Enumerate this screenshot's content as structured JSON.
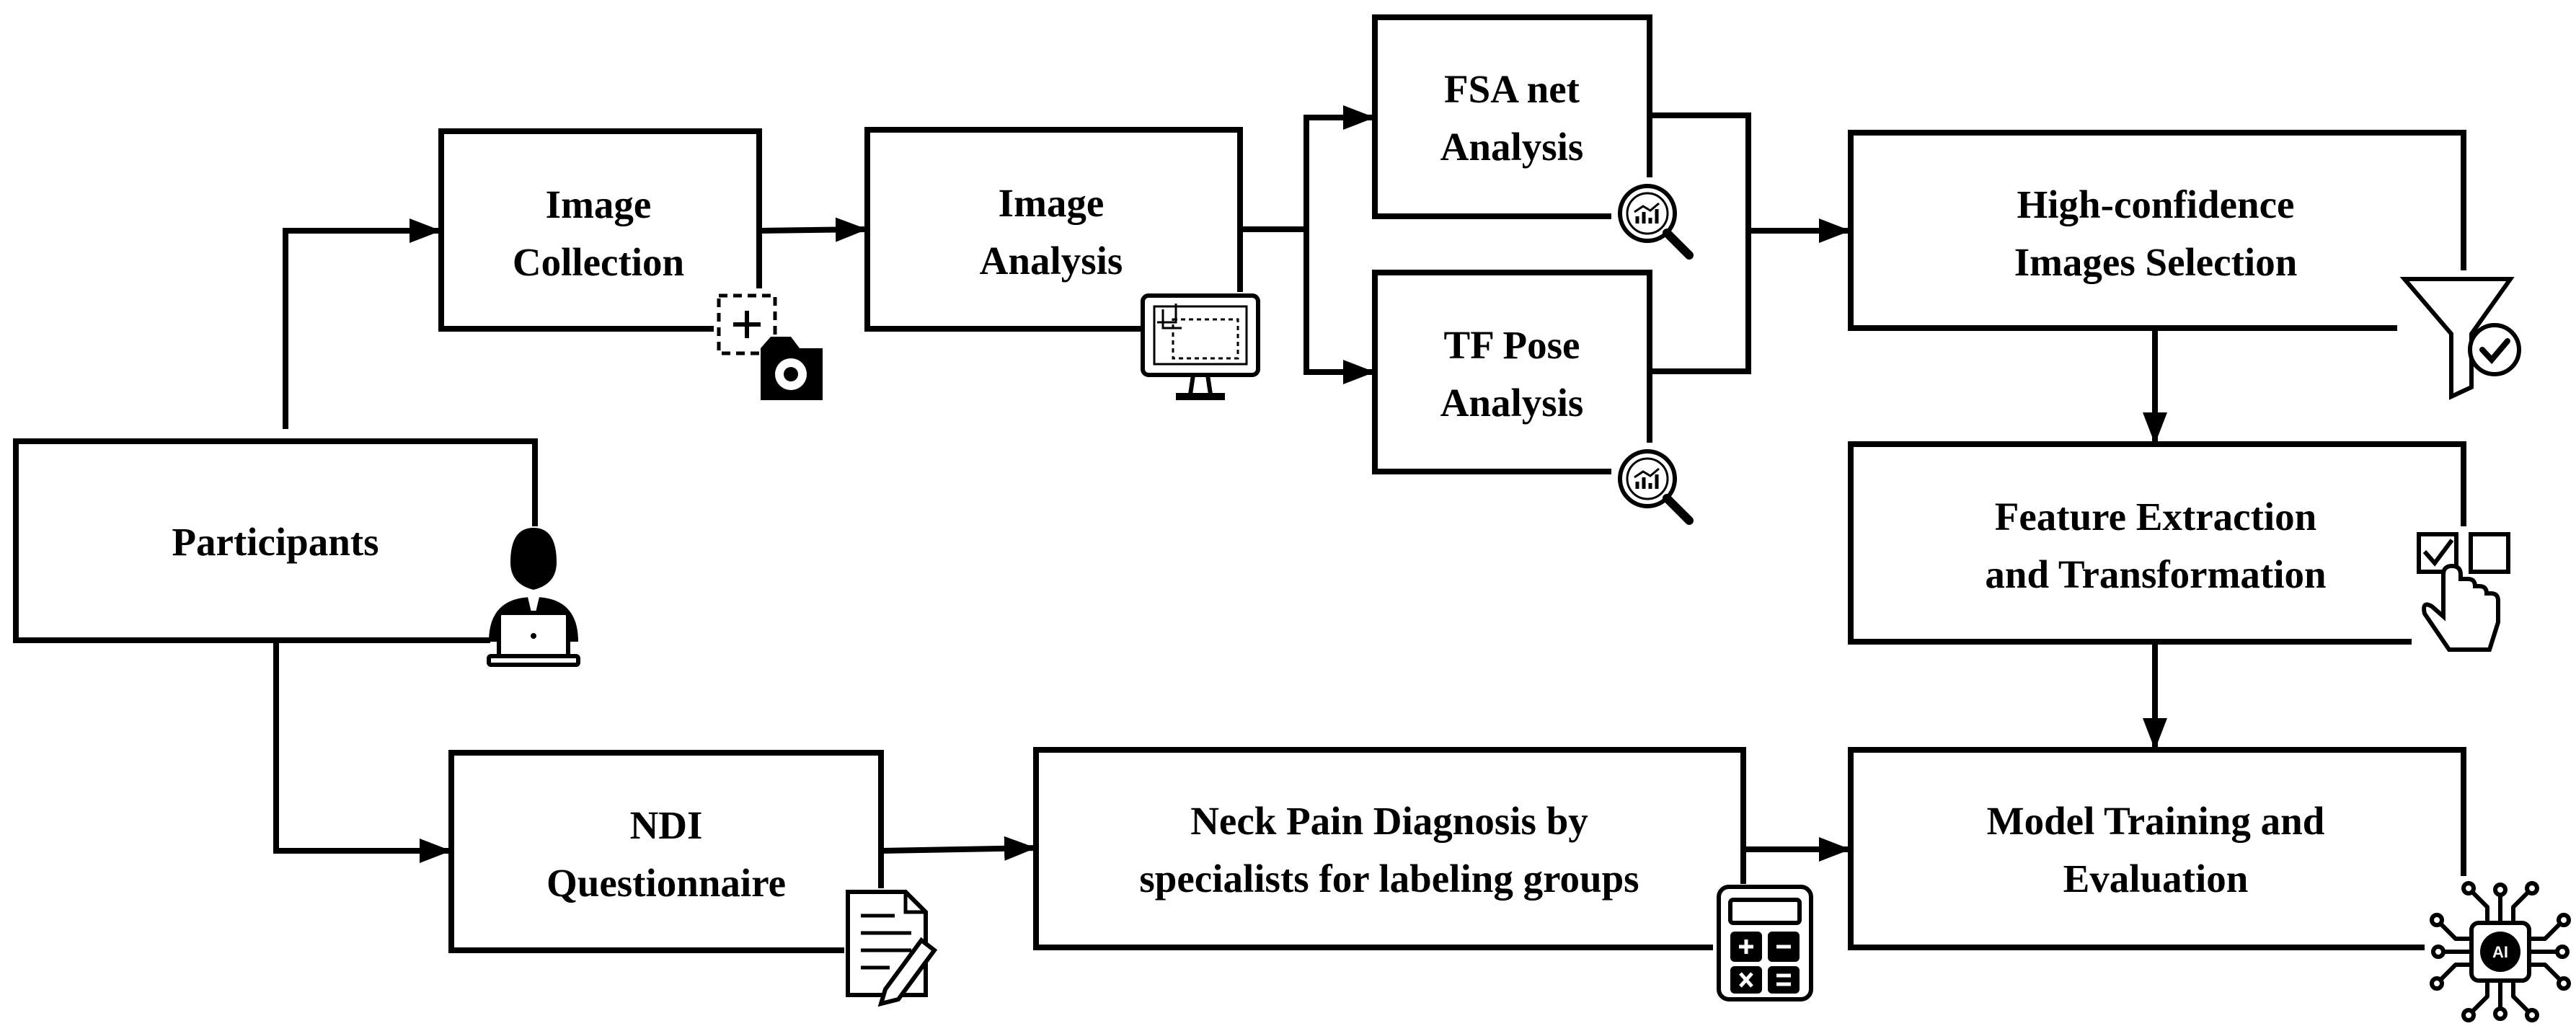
{
  "nodes": {
    "participants": {
      "lines": [
        "Participants"
      ]
    },
    "image_collection": {
      "lines": [
        "Image",
        "Collection"
      ]
    },
    "image_analysis": {
      "lines": [
        "Image",
        "Analysis"
      ]
    },
    "fsa_net": {
      "lines": [
        "FSA net",
        "Analysis"
      ]
    },
    "tf_pose": {
      "lines": [
        "TF Pose",
        "Analysis"
      ]
    },
    "high_confidence": {
      "lines": [
        "High-confidence",
        "Images Selection"
      ]
    },
    "feature_extraction": {
      "lines": [
        "Feature Extraction",
        "and Transformation"
      ]
    },
    "model_training": {
      "lines": [
        "Model Training and",
        "Evaluation"
      ]
    },
    "ndi": {
      "lines": [
        "NDI",
        "Questionnaire"
      ]
    },
    "neck_pain": {
      "lines": [
        "Neck Pain Diagnosis by",
        "specialists for labeling groups"
      ]
    }
  },
  "icons": {
    "participants": "person-laptop-icon",
    "image_collection": "camera-add-icon",
    "image_analysis": "monitor-crop-icon",
    "fsa_net": "search-chart-icon",
    "tf_pose": "search-chart-icon",
    "high_confidence": "funnel-check-icon",
    "feature_extraction": "checkbox-hand-icon",
    "model_training": "ai-chip-icon",
    "ndi": "document-edit-icon",
    "neck_pain": "calculator-icon",
    "ai_chip_text": "AI"
  }
}
